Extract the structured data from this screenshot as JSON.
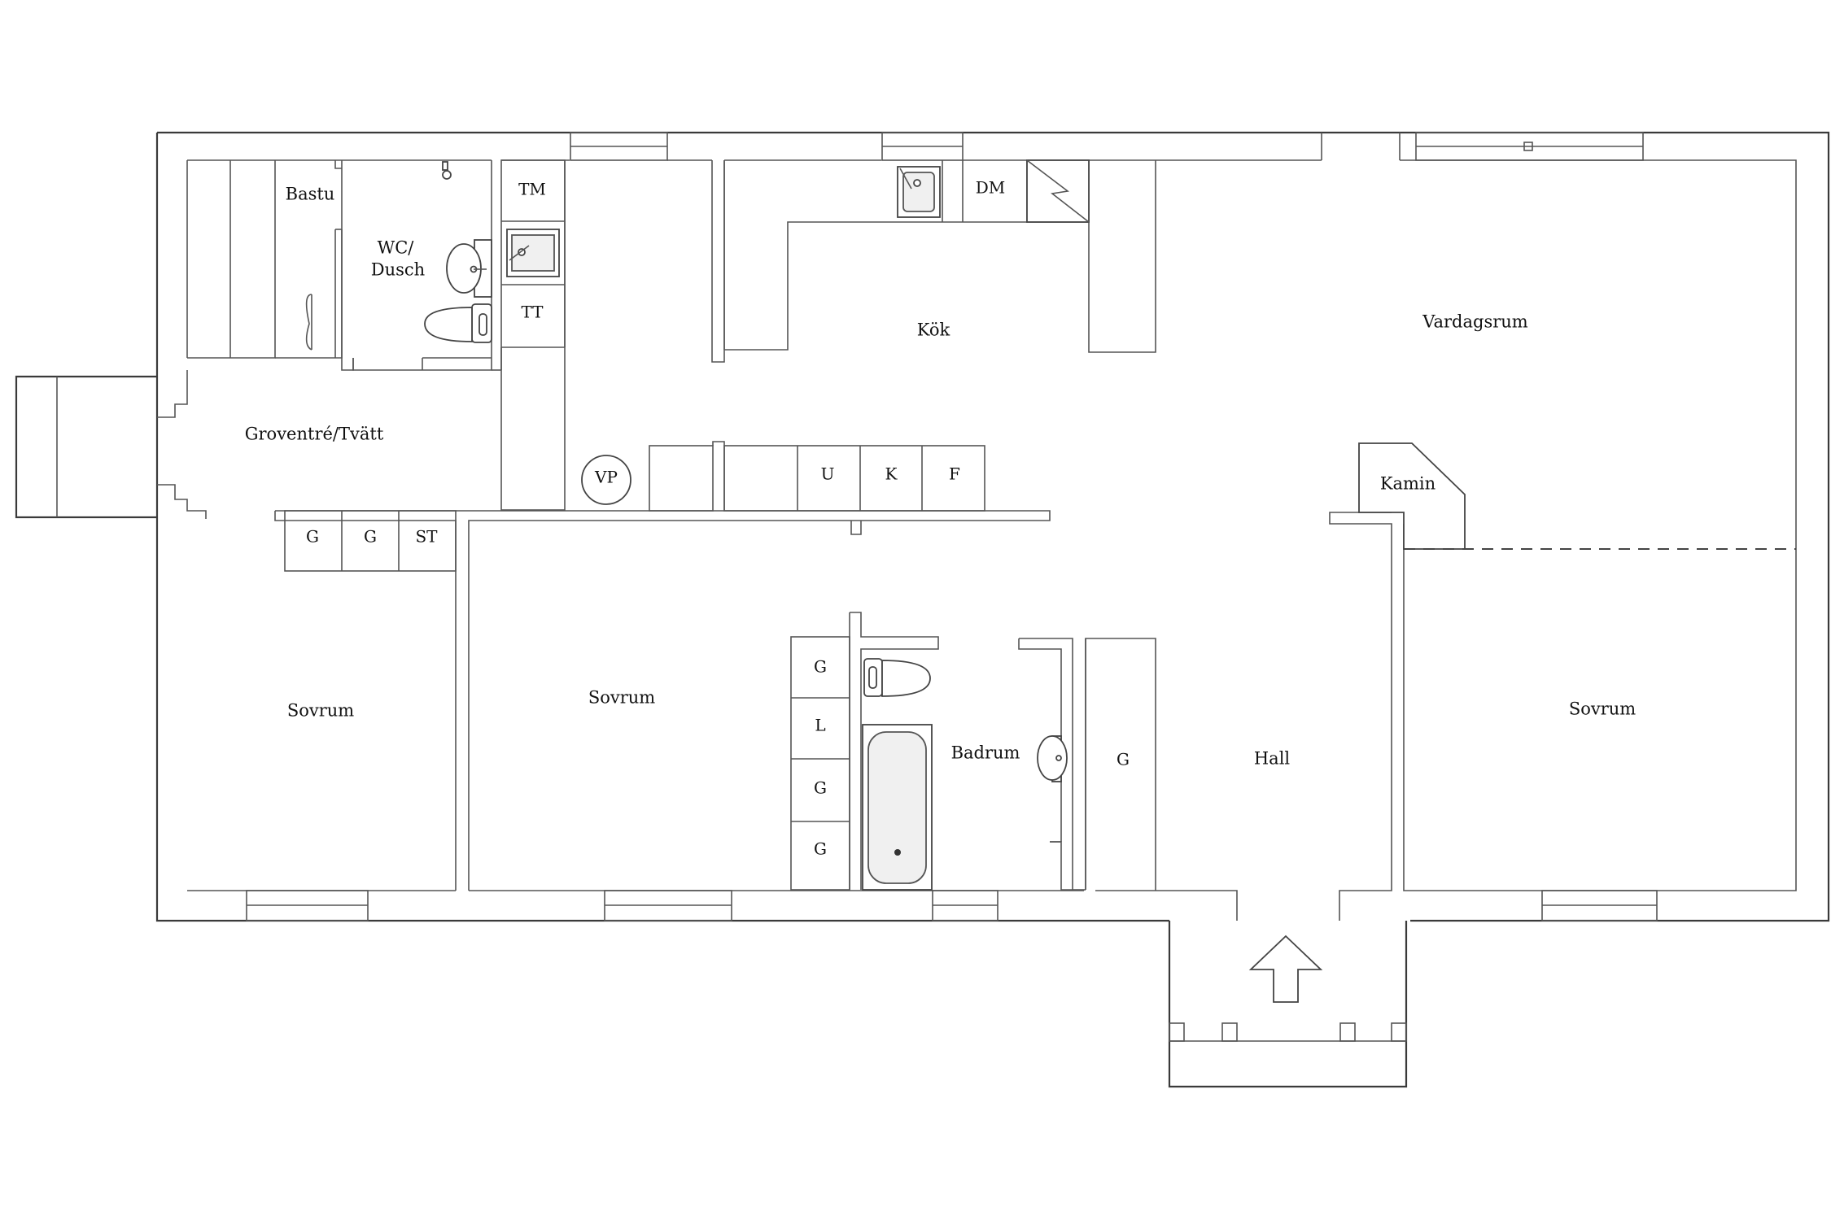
{
  "rooms": {
    "bastu": "Bastu",
    "wc_line1": "WC/",
    "wc_line2": "Dusch",
    "kok": "Kök",
    "vardagsrum": "Vardagsrum",
    "groventre": "Groventré/Tvätt",
    "kamin": "Kamin",
    "sovrum_left": "Sovrum",
    "sovrum_mid": "Sovrum",
    "sovrum_right": "Sovrum",
    "badrum": "Badrum",
    "hall": "Hall"
  },
  "fixtures": {
    "tm": "TM",
    "tt": "TT",
    "dm": "DM",
    "vp": "VP",
    "u": "U",
    "k": "K",
    "f": "F",
    "g1": "G",
    "g2": "G",
    "st": "ST",
    "bath_g1": "G",
    "bath_l": "L",
    "bath_g2": "G",
    "bath_g3": "G",
    "hall_g": "G"
  }
}
